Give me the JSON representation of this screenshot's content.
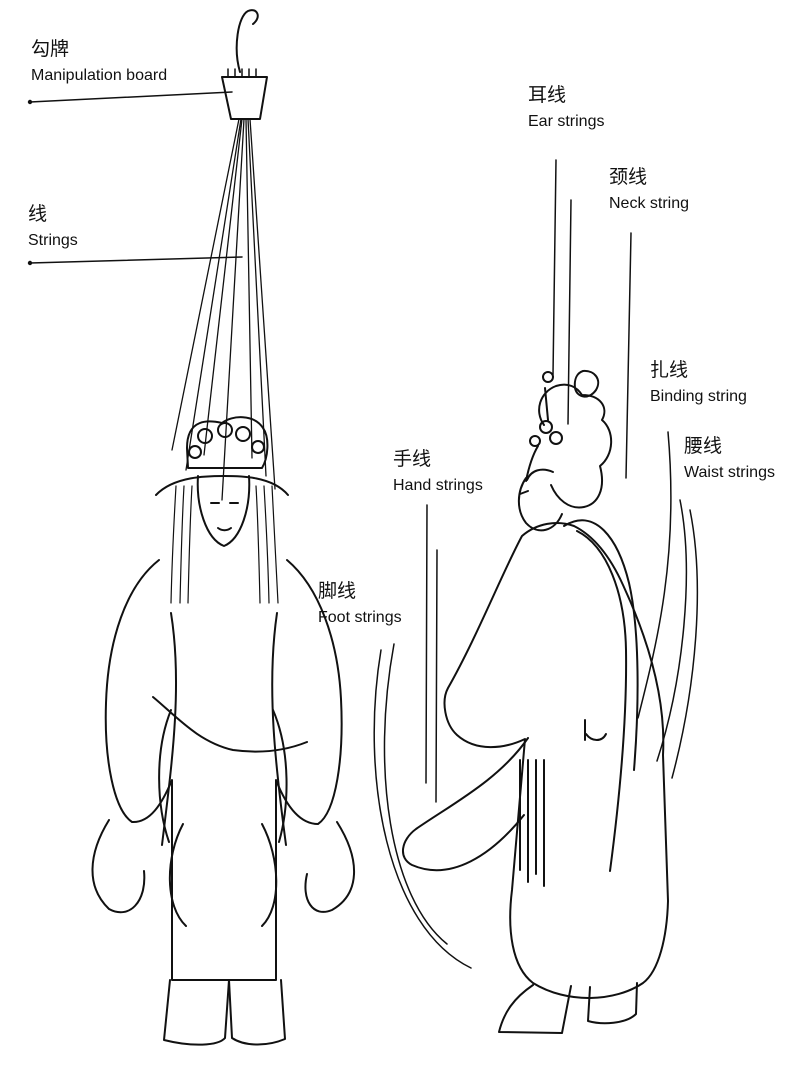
{
  "labels": {
    "manipulation_board": {
      "zh": "勾牌",
      "en": "Manipulation board"
    },
    "strings": {
      "zh": "线",
      "en": "Strings"
    },
    "ear_strings": {
      "zh": "耳线",
      "en": "Ear strings"
    },
    "neck_string": {
      "zh": "颈线",
      "en": "Neck string"
    },
    "binding_string": {
      "zh": "扎线",
      "en": "Binding string"
    },
    "hand_strings": {
      "zh": "手线",
      "en": "Hand strings"
    },
    "waist_strings": {
      "zh": "腰线",
      "en": "Waist strings"
    },
    "foot_strings": {
      "zh": "脚线",
      "en": "Foot strings"
    }
  },
  "colors": {
    "ink": "#111111",
    "background": "#ffffff"
  }
}
